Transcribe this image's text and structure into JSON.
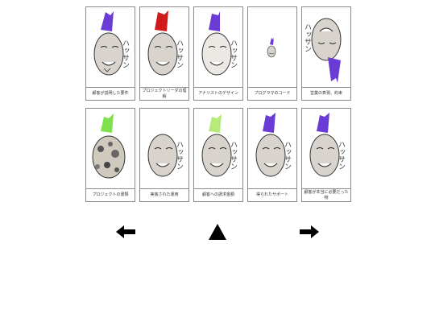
{
  "cards": [
    {
      "caption": "顧客が説明した要件",
      "hair": "#6b3bd6",
      "katakana": "ハッサン"
    },
    {
      "caption": "プロジェクトリーダの理解",
      "hair": "#d11a1a",
      "katakana": "ハッサン"
    },
    {
      "caption": "アナリストのデザイン",
      "hair": "#6b3bd6",
      "katakana": "ハッサン"
    },
    {
      "caption": "プログラマのコード",
      "hair": "#6b3bd6",
      "katakana": ""
    },
    {
      "caption": "営業の表現、約束",
      "hair": "#6b3bd6",
      "katakana": "ハッサン"
    },
    {
      "caption": "プロジェクトの書類",
      "hair": "#7ee04a",
      "katakana": ""
    },
    {
      "caption": "実装された運用",
      "hair": "",
      "katakana": "ハッサン"
    },
    {
      "caption": "顧客への請求金額",
      "hair": "#b8ea7a",
      "katakana": "ハッサン"
    },
    {
      "caption": "得られたサポート",
      "hair": "#6b3bd6",
      "katakana": "ハッサン"
    },
    {
      "caption": "顧客が本当に必要だった物",
      "hair": "#6b3bd6",
      "katakana": "ハッサン"
    }
  ],
  "nav": {
    "prev_icon": "left-arrow-icon",
    "up_icon": "up-triangle-icon",
    "next_icon": "right-arrow-icon"
  }
}
